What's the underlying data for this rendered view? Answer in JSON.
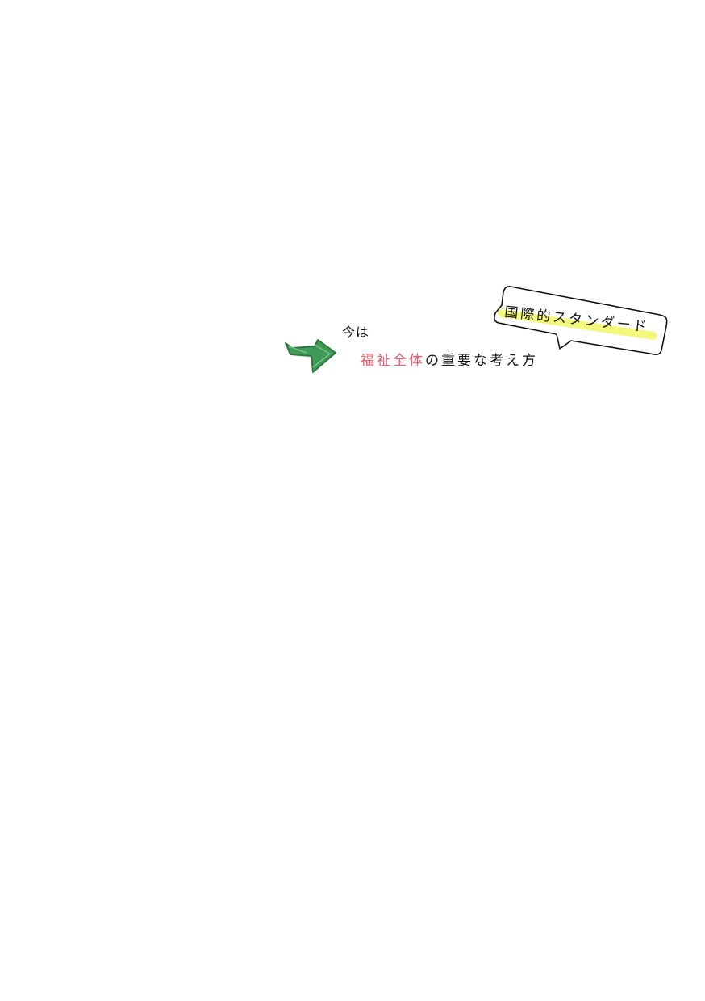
{
  "note": {
    "line1": "今は",
    "line2_highlight": "福祉全体",
    "line2_rest": "の重要な考え方",
    "bubble_text": "国際的スタンダード"
  },
  "colors": {
    "arrow": "#3f9a55",
    "highlight_text": "#f0566a",
    "marker": "#f3f77a"
  }
}
